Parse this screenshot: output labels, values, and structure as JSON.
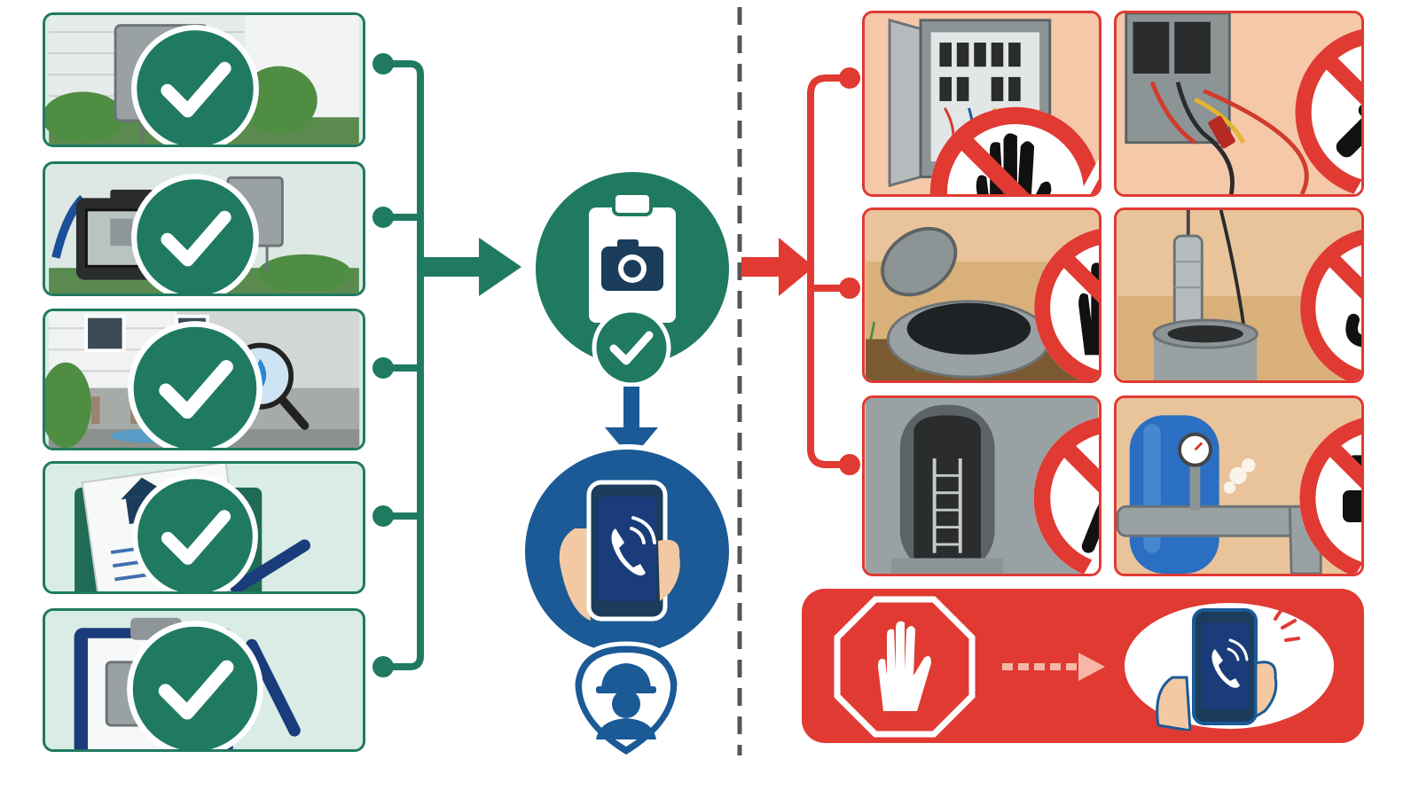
{
  "colors": {
    "do_green": "#1f7a61",
    "do_panel_bg": "#d9ece6",
    "hub_blue": "#1b5a96",
    "dont_red": "#e03a33",
    "dont_panel_bg": "#f4c8a9",
    "divider": "#555555"
  },
  "do_steps": [
    {
      "icon": "utility-box-outside-house-icon",
      "status_icon": "check-icon"
    },
    {
      "icon": "camera-photographing-box-icon",
      "status_icon": "check-icon"
    },
    {
      "icon": "water-leak-magnifier-icon",
      "status_icon": "check-icon"
    },
    {
      "icon": "home-insurance-document-icon",
      "status_icon": "check-icon"
    },
    {
      "icon": "inspection-checklist-icon",
      "status_icon": "check-icon"
    }
  ],
  "hub": {
    "document_icon": "clipboard-camera-icon",
    "confirm_icon": "check-icon",
    "call_icon": "phone-call-icon",
    "professional_icon": "hard-hat-worker-icon"
  },
  "dont_items": [
    {
      "scene": "open-electrical-panel",
      "prohibition": "no-touch-hand-icon",
      "warning": "electric-hazard-icon"
    },
    {
      "scene": "cut-wires",
      "prohibition": "no-splicing-wires-icon",
      "warning": "electric-hazard-icon"
    },
    {
      "scene": "open-septic-lid",
      "prohibition": "no-touch-hand-icon",
      "warning": ""
    },
    {
      "scene": "well-pump-hoist",
      "prohibition": "no-lifting-hook-icon",
      "warning": ""
    },
    {
      "scene": "confined-shaft-ladder",
      "prohibition": "no-entry-person-icon",
      "warning": "general-danger-icon"
    },
    {
      "scene": "pressure-tank-leak",
      "prohibition": "no-valve-operation-icon",
      "warning": "explosion-hazard-icon"
    }
  ],
  "stop_flow": {
    "stop_icon": "stop-hand-icon",
    "call_icon": "phone-call-icon"
  }
}
